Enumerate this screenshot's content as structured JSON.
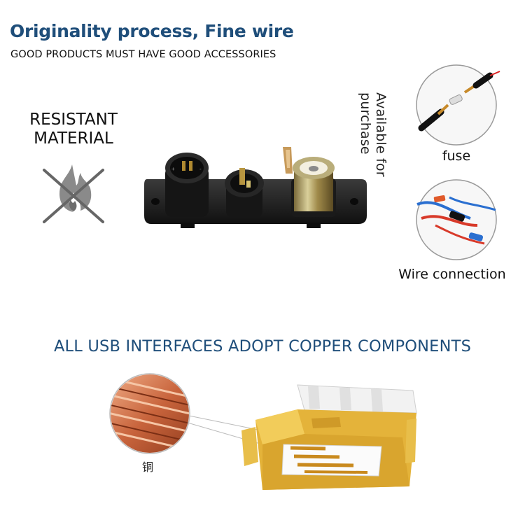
{
  "header": {
    "title": "Originality process, Fine wire",
    "subtitle": "GOOD PRODUCTS MUST HAVE GOOD ACCESSORIES"
  },
  "features": {
    "resistant_line1": "RESISTANT",
    "resistant_line2": "MATERIAL",
    "available_text": "Available for purchase"
  },
  "accessories": [
    {
      "label": "fuse",
      "icon": "fuse-icon"
    },
    {
      "label": "Wire connection",
      "icon": "wire-connector-icon"
    }
  ],
  "copper_section": {
    "heading": "ALL USB INTERFACES ADOPT COPPER COMPONENTS",
    "copper_label": "铜"
  },
  "colors": {
    "title_blue": "#1f4e7a",
    "panel_black": "#1b1b1b",
    "copper": "#c8643c",
    "usb_gold": "#e0b23a"
  }
}
